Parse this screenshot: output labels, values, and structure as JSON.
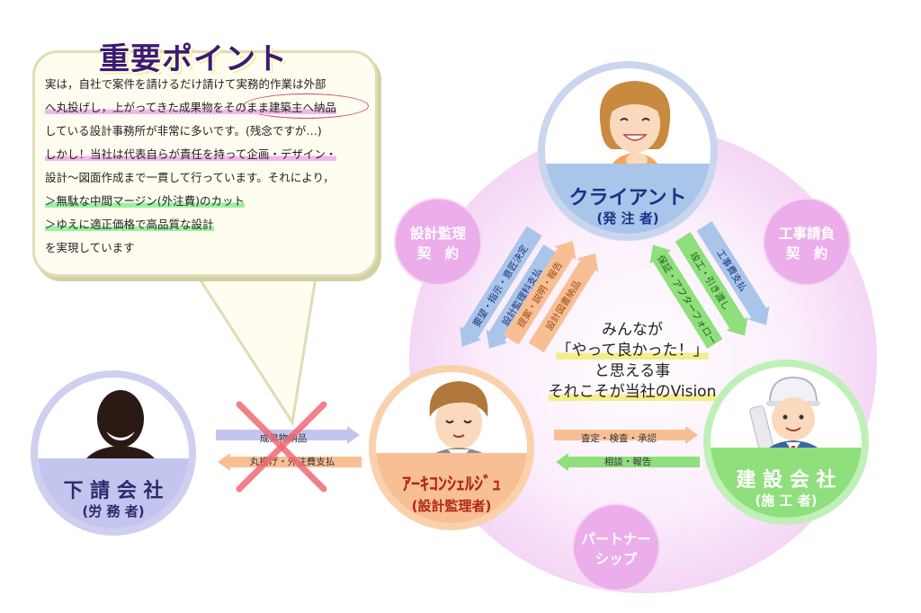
{
  "bubble": {
    "title": "重要ポイント",
    "lines": [
      "実は，自社で案件を請けるだけ請けて実務的作業は外部",
      "へ丸投げし，上がってきた成果物をそのまま建築主へ納品",
      "している設計事務所が非常に多いです。(残念ですが…)",
      "しかし！当社は代表自らが責任を持って企画・デザイン・",
      "設計～図面作成まで一貫して行っています。それにより，",
      "＞無駄な中間マージン(外注費)のカット",
      "＞ゆえに適正価格で高品質な設計",
      "を実現しています"
    ]
  },
  "nodes": {
    "client": {
      "name": "クライアント",
      "role": "(発 注 者)"
    },
    "subcontractor": {
      "name": "下 請 会 社",
      "role": "(労 務 者)"
    },
    "archi": {
      "name": "ｱｰｷｺﾝｼｪﾙｼﾞｭ",
      "role": "(設計監理者)"
    },
    "builder": {
      "name": "建 設 会 社",
      "role": "(施 工 者)"
    }
  },
  "contracts": {
    "design": [
      "設計監理",
      "契　約"
    ],
    "construction": [
      "工事請負",
      "契　約"
    ],
    "partnership": [
      "パートナー",
      "シップ"
    ]
  },
  "center_text": [
    "みんなが",
    "「やって良かった！」",
    "と思える事",
    "それこそが当社のVision"
  ],
  "diag_arrows": {
    "client_to_archi_1": "要望・指示・意匠決定",
    "client_to_archi_2": "設計監理料支払",
    "archi_to_client_1": "提案・説明・報告",
    "archi_to_client_2": "設計図書納品",
    "builder_to_client_1": "保証・アフターフォロー",
    "client_to_builder_1": "竣工・引き渡し",
    "client_to_builder_2": "工事費支払"
  },
  "h_arrows": {
    "sub_to_archi": "成果物納品",
    "archi_to_sub": "丸投げ・外注費支払",
    "archi_to_builder": "査定・検査・承認",
    "builder_to_archi": "相談・報告"
  },
  "colors": {
    "blue_arrow": "#a9c5ea",
    "orange_arrow": "#f8bf94",
    "green_arrow": "#8fdf7c",
    "lavender_arrow": "#c4c5ee",
    "pink_circle": "#ecaeea",
    "cross": "#f06a74"
  }
}
